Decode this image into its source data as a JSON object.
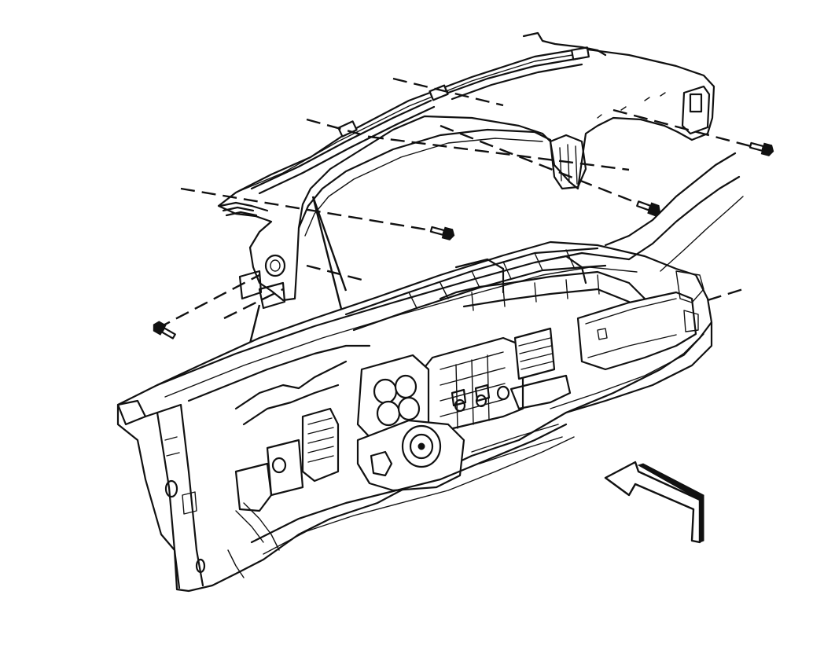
{
  "diagram": {
    "kind": "exploded-view line illustration",
    "parts": [
      "instrument-panel-upper-trim-pad",
      "instrument-panel-carrier",
      "fastener-bolts",
      "view-direction-arrow"
    ],
    "fastener_count": 4,
    "colors": {
      "line": "#111111",
      "background": "#ffffff"
    }
  }
}
